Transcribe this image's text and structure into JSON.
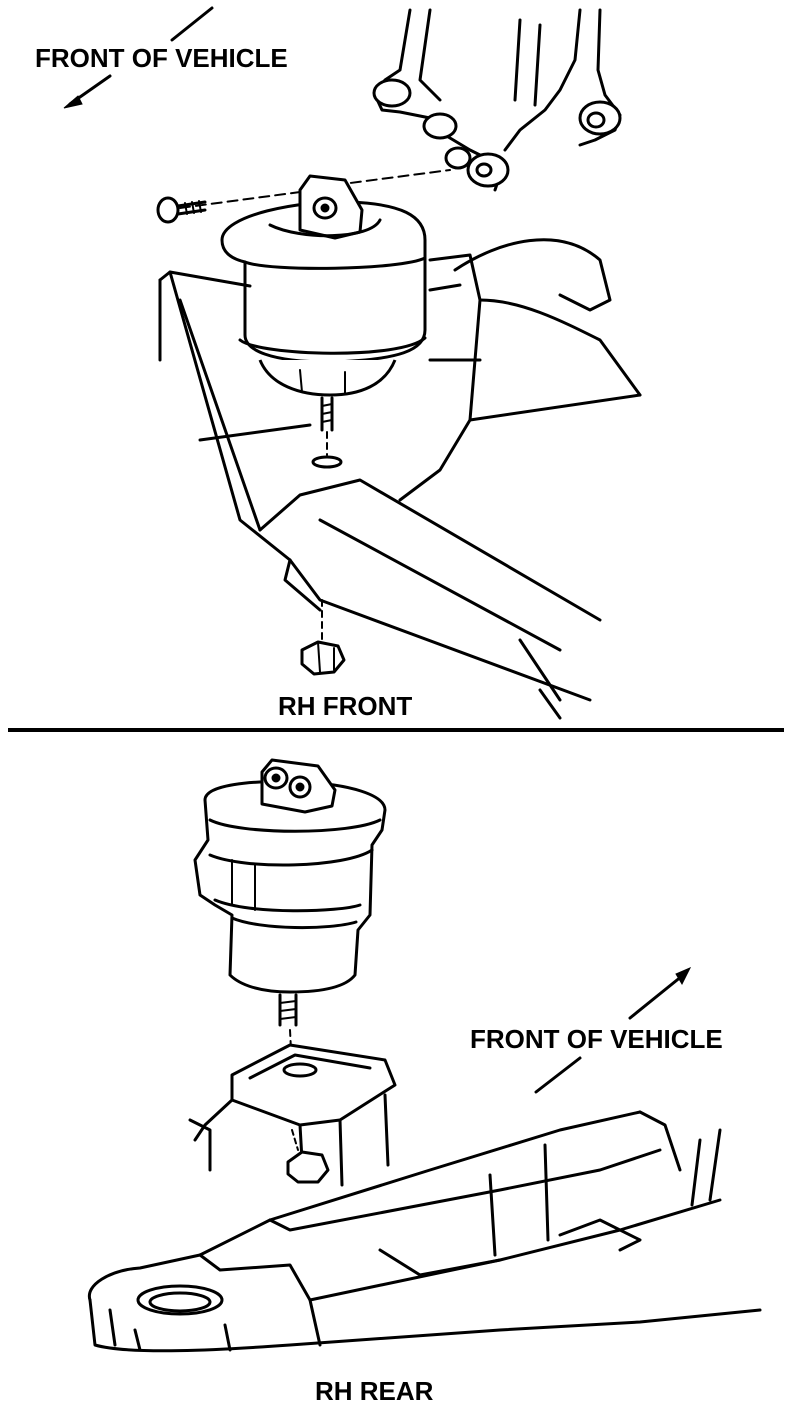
{
  "top_panel": {
    "direction_label": "FRONT OF VEHICLE",
    "caption": "RH FRONT"
  },
  "bottom_panel": {
    "direction_label": "FRONT OF VEHICLE",
    "caption": "RH REAR"
  }
}
